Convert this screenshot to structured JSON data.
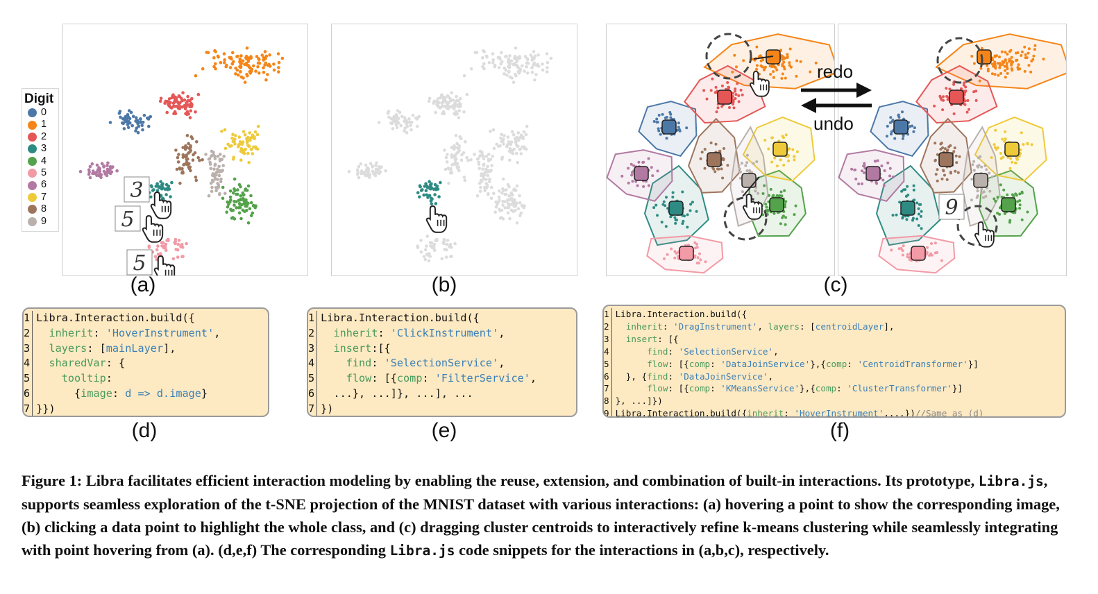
{
  "legend": {
    "title": "Digit",
    "items": [
      {
        "label": "0",
        "color": "#4c78a8"
      },
      {
        "label": "1",
        "color": "#f58518"
      },
      {
        "label": "2",
        "color": "#e45756"
      },
      {
        "label": "3",
        "color": "#2e8b83"
      },
      {
        "label": "4",
        "color": "#54a24b"
      },
      {
        "label": "5",
        "color": "#f29aa6"
      },
      {
        "label": "6",
        "color": "#b279a2"
      },
      {
        "label": "7",
        "color": "#eeca3b"
      },
      {
        "label": "8",
        "color": "#9d755d"
      },
      {
        "label": "9",
        "color": "#bab0ac"
      }
    ]
  },
  "panel_labels": {
    "a": "(a)",
    "b": "(b)",
    "c": "(c)",
    "d": "(d)",
    "e": "(e)",
    "f": "(f)"
  },
  "hover_digits": [
    "3",
    "5",
    "5"
  ],
  "drag_digit": "9",
  "arrows": {
    "redo": "redo",
    "undo": "undo"
  },
  "code_d": [
    {
      "n": "1",
      "t": "Libra.Interaction.build({"
    },
    {
      "n": "2",
      "t": "  inherit: 'HoverInstrument',"
    },
    {
      "n": "3",
      "t": "  layers: [mainLayer],"
    },
    {
      "n": "4",
      "t": "  sharedVar: {"
    },
    {
      "n": "5",
      "t": "    tooltip:"
    },
    {
      "n": "6",
      "t": "      {image: d => d.image}"
    },
    {
      "n": "7",
      "t": "}})"
    }
  ],
  "code_e": [
    {
      "n": "1",
      "t": "Libra.Interaction.build({"
    },
    {
      "n": "2",
      "t": "  inherit: 'ClickInstrument',"
    },
    {
      "n": "3",
      "t": "  insert:[{"
    },
    {
      "n": "4",
      "t": "    find: 'SelectionService',"
    },
    {
      "n": "5",
      "t": "    flow: [{comp: 'FilterService',"
    },
    {
      "n": "6",
      "t": "  ...}, ...]}, ...], ..."
    },
    {
      "n": "7",
      "t": "})"
    }
  ],
  "code_f": [
    {
      "n": "1",
      "t": "Libra.Interaction.build({"
    },
    {
      "n": "2",
      "t": "  inherit: 'DragInstrument', layers: [centroidLayer],"
    },
    {
      "n": "3",
      "t": "  insert: [{"
    },
    {
      "n": "4",
      "t": "      find: 'SelectionService',"
    },
    {
      "n": "5",
      "t": "      flow: [{comp: 'DataJoinService'},{comp: 'CentroidTransformer'}]"
    },
    {
      "n": "6",
      "t": "  }, {find: 'DataJoinService',"
    },
    {
      "n": "7",
      "t": "      flow: [{comp: 'KMeansService'},{comp: 'ClusterTransformer'}]"
    },
    {
      "n": "8",
      "t": "}, ...]})"
    },
    {
      "n": "9",
      "t": "Libra.Interaction.build({inherit: 'HoverInstrument',...})//Same as (d)"
    }
  ],
  "caption": {
    "p1": "Figure 1: Libra facilitates efficient interaction modeling by enabling the reuse, extension, and combination of built-in interactions. Its prototype,",
    "code1": "Libra.js",
    "p2": ", supports seamless exploration of the t-SNE projection of the MNIST dataset with various interactions: (a) hovering a point to show the corresponding image, (b) clicking a data point to highlight the whole class, and (c) dragging cluster centroids to interactively refine k-means clustering while seamlessly integrating with point hovering from (a). (d,e,f) The corresponding",
    "code2": "Libra.js",
    "p3": "code snippets for the interactions in (a,b,c), respectively."
  }
}
